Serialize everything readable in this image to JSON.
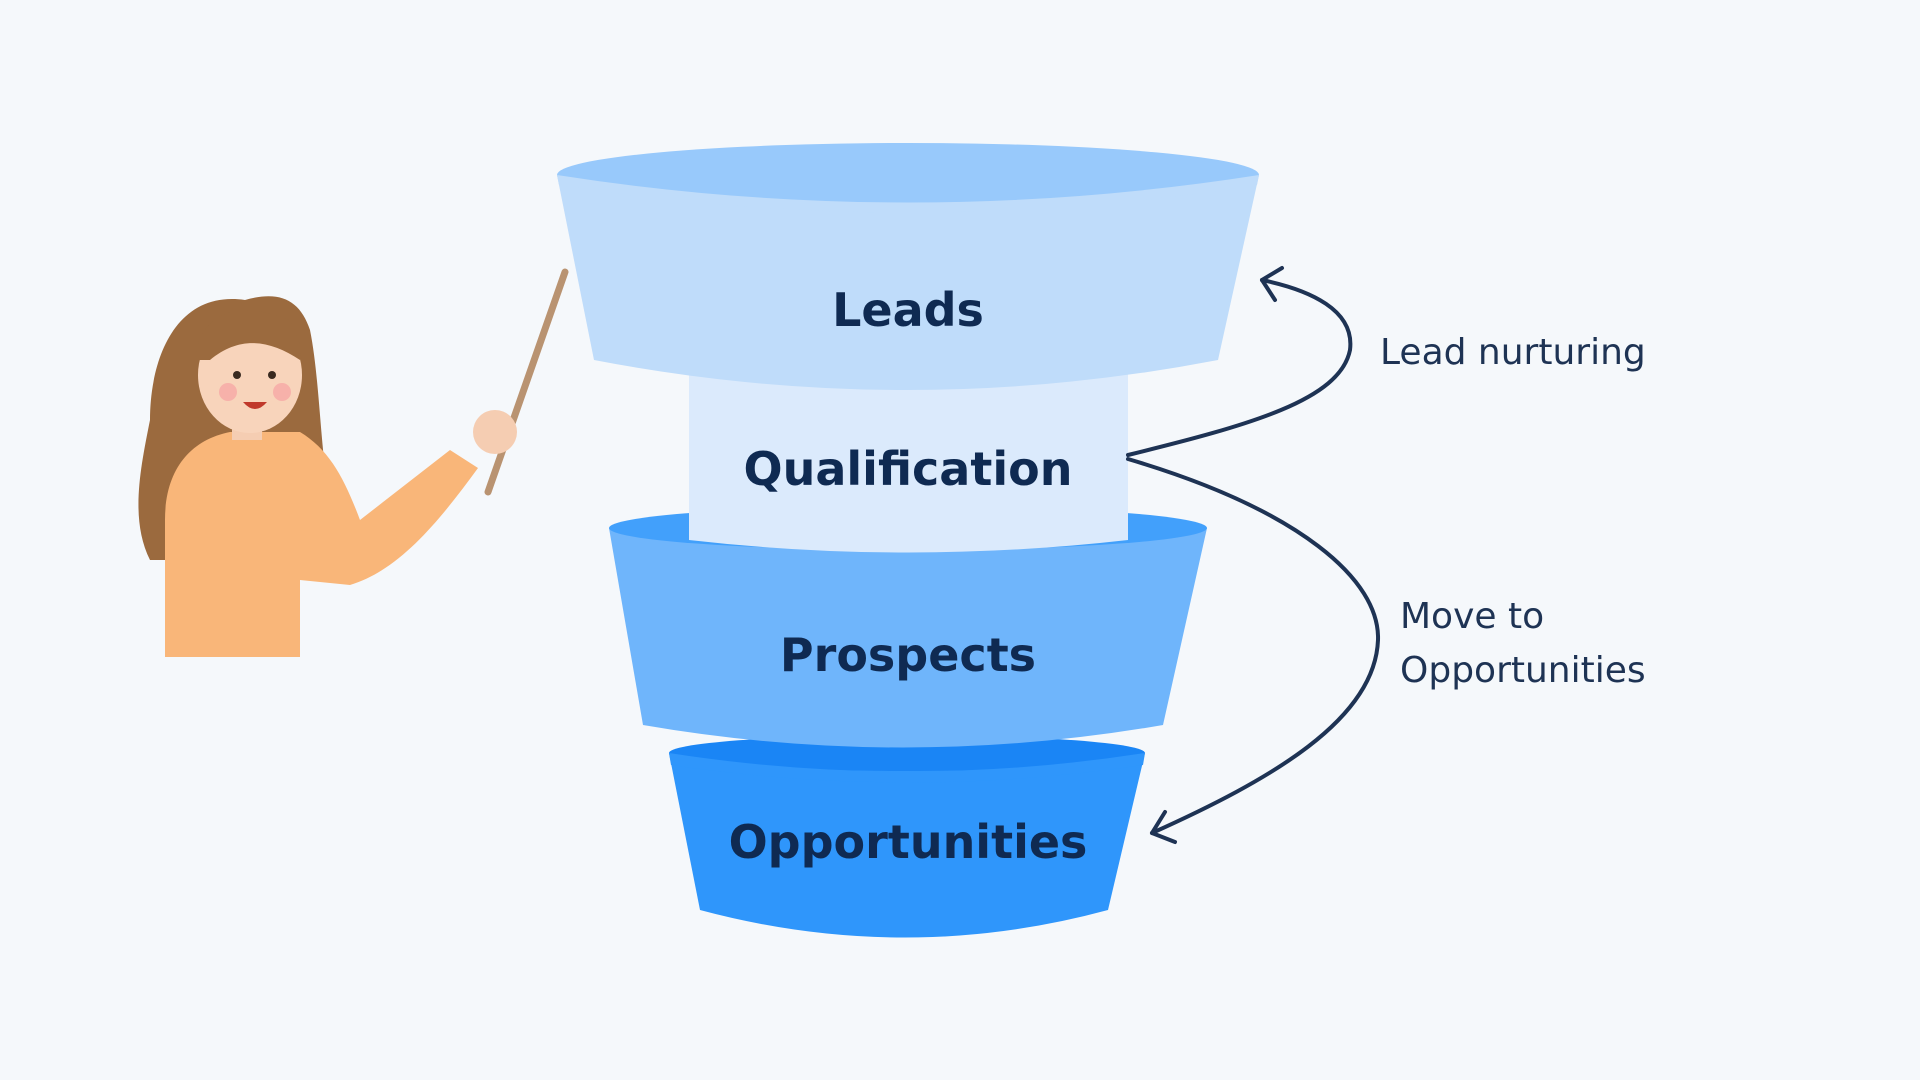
{
  "funnel": {
    "stages": [
      {
        "label": "Leads",
        "color": "#bfdcfa",
        "rim": "#98c9fb"
      },
      {
        "label": "Qualification",
        "color": "#dbeafc"
      },
      {
        "label": "Prospects",
        "color": "#6fb5fb",
        "rim": "#42a0fb"
      },
      {
        "label": "Opportunities",
        "color": "#2f96fb",
        "rim": "#1a85f5"
      }
    ]
  },
  "annotations": {
    "lead_nurturing": "Lead nurturing",
    "move_to_line1": "Move to",
    "move_to_line2": "Opportunities"
  },
  "colors": {
    "text": "#0f2a52",
    "arrow": "#1e3354",
    "background": "#f5f8fb"
  }
}
